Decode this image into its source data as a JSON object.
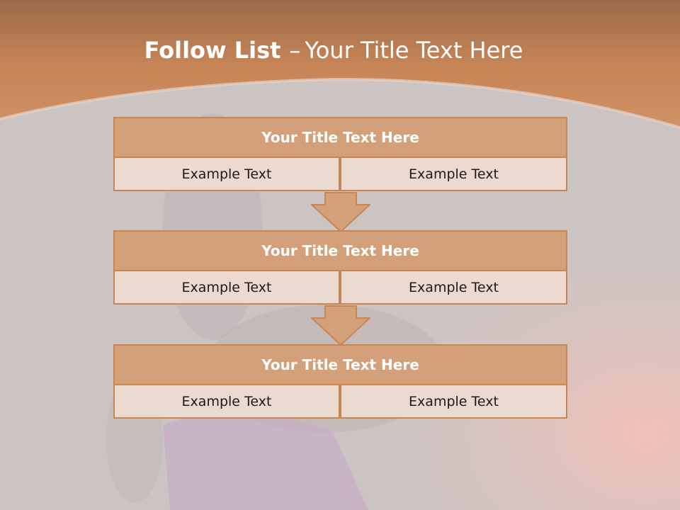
{
  "slide": {
    "title_bold": "Follow List",
    "title_separator": "–",
    "title_rest": "Your Title Text Here"
  },
  "blocks": [
    {
      "header": "Your Title Text Here",
      "left": "Example Text",
      "right": "Example Text"
    },
    {
      "header": "Your Title Text Here",
      "left": "Example Text",
      "right": "Example Text"
    },
    {
      "header": "Your Title Text Here",
      "left": "Example Text",
      "right": "Example Text"
    }
  ],
  "colors": {
    "header_bar": "#c98552",
    "block_header": "#d4a07a",
    "block_cell": "#ecdad1",
    "border": "#c98552",
    "title_text": "#ffffff"
  }
}
